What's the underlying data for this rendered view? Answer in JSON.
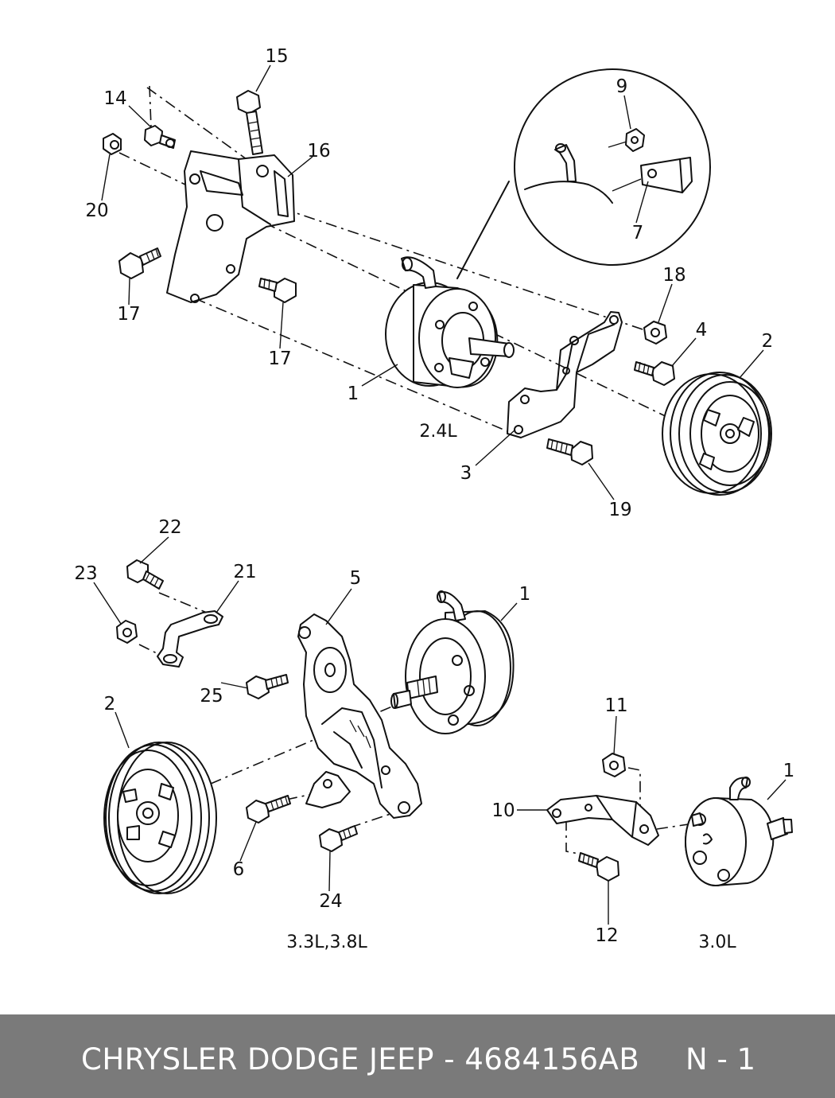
{
  "diagram": {
    "callouts": [
      {
        "id": "c15",
        "label": "15"
      },
      {
        "id": "c14",
        "label": "14"
      },
      {
        "id": "c16",
        "label": "16"
      },
      {
        "id": "c20",
        "label": "20"
      },
      {
        "id": "c17a",
        "label": "17"
      },
      {
        "id": "c17b",
        "label": "17"
      },
      {
        "id": "c9",
        "label": "9"
      },
      {
        "id": "c7",
        "label": "7"
      },
      {
        "id": "c18",
        "label": "18"
      },
      {
        "id": "c4",
        "label": "4"
      },
      {
        "id": "c2a",
        "label": "2"
      },
      {
        "id": "c1a",
        "label": "1"
      },
      {
        "id": "c3",
        "label": "3"
      },
      {
        "id": "c19",
        "label": "19"
      },
      {
        "id": "c22",
        "label": "22"
      },
      {
        "id": "c21",
        "label": "21"
      },
      {
        "id": "c23",
        "label": "23"
      },
      {
        "id": "c5",
        "label": "5"
      },
      {
        "id": "c1b",
        "label": "1"
      },
      {
        "id": "c25",
        "label": "25"
      },
      {
        "id": "c2b",
        "label": "2"
      },
      {
        "id": "c6",
        "label": "6"
      },
      {
        "id": "c24",
        "label": "24"
      },
      {
        "id": "c11",
        "label": "11"
      },
      {
        "id": "c1c",
        "label": "1"
      },
      {
        "id": "c10",
        "label": "10"
      },
      {
        "id": "c12",
        "label": "12"
      }
    ],
    "engine_labels": [
      {
        "id": "e24",
        "label": "2.4L"
      },
      {
        "id": "e33",
        "label": "3.3L,3.8L"
      },
      {
        "id": "e30",
        "label": "3.0L"
      }
    ]
  },
  "footer": {
    "title": "CHRYSLER DODGE JEEP - 4684156AB",
    "page": "N - 1"
  }
}
